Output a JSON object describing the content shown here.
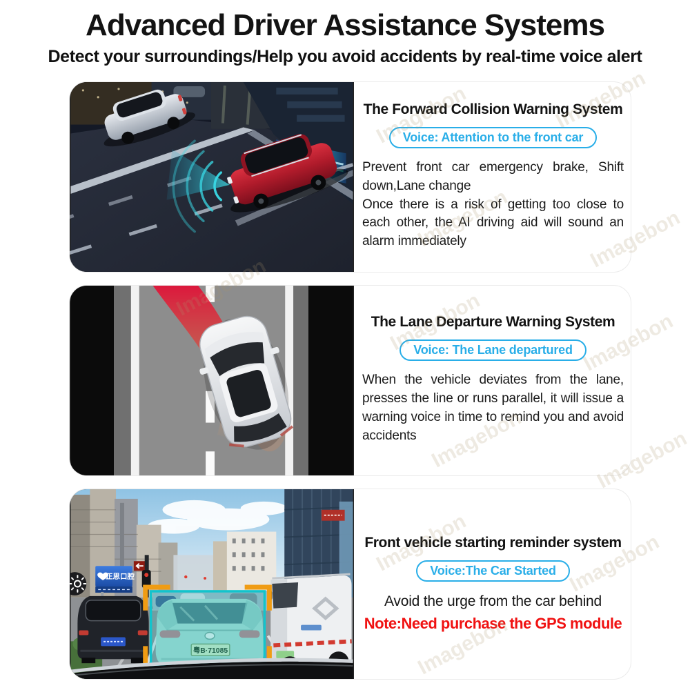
{
  "page": {
    "background": "#ffffff",
    "watermark_text": "Imagebon"
  },
  "header": {
    "title": "Advanced Driver Assistance Systems",
    "subtitle": "Detect your surroundings/Help you avoid accidents by real-time voice alert"
  },
  "colors": {
    "accent_blue": "#29aee8",
    "note_red": "#f01212",
    "detection_teal": "#14c8cf",
    "bracket_orange": "#f09c14"
  },
  "sections": [
    {
      "heading": "The Forward Collision Warning System",
      "voice_label": "Voice: Attention to the front car",
      "body": "Prevent front car emergency brake, Shift down,Lane change\nOnce there is a risk of getting too close to each other, the AI driving aid will sound an alarm immediately"
    },
    {
      "heading": "The Lane Departure Warning System",
      "voice_label": "Voice: The Lane departured",
      "body": "When the vehicle deviates from the lane, presses the line or runs parallel, it will issue a warning voice in time to remind you and avoid accidents"
    },
    {
      "heading": "Front vehicle starting reminder system",
      "voice_label": "Voice:The Car Started",
      "body": "Avoid the urge from the car behind",
      "note": "Note:Need purchase the GPS module",
      "photo": {
        "license_plate": "粤B·71085",
        "billboard_text": "正思口腔"
      }
    }
  ]
}
